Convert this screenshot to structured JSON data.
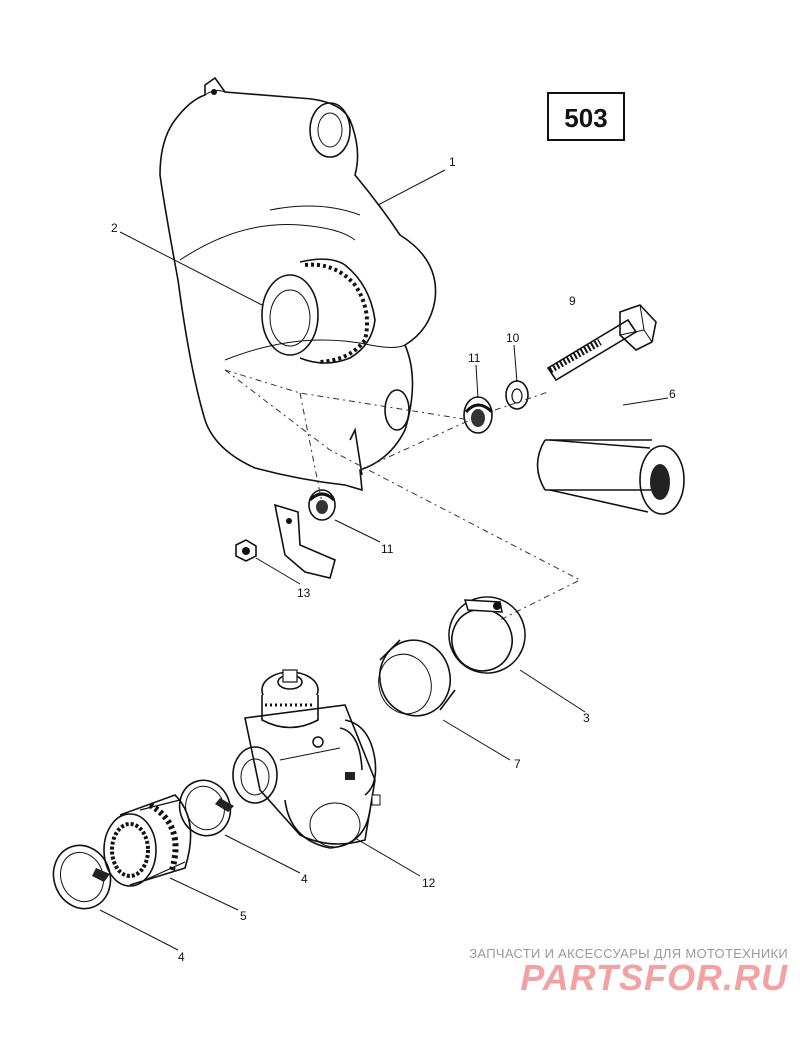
{
  "engine_label": "503",
  "callouts": {
    "c1": "1",
    "c2": "2",
    "c3": "3",
    "c4a": "4",
    "c4b": "4",
    "c5": "5",
    "c6": "6",
    "c7": "7",
    "c9": "9",
    "c10": "10",
    "c11a": "11",
    "c11b": "11",
    "c12": "12",
    "c13": "13"
  },
  "watermark": {
    "tagline": "ЗАПЧАСТИ И АКСЕССУАРЫ ДЛЯ МОТОТЕХНИКИ",
    "brand": "PARTSFOR.RU",
    "color": "#f2a2a2"
  }
}
